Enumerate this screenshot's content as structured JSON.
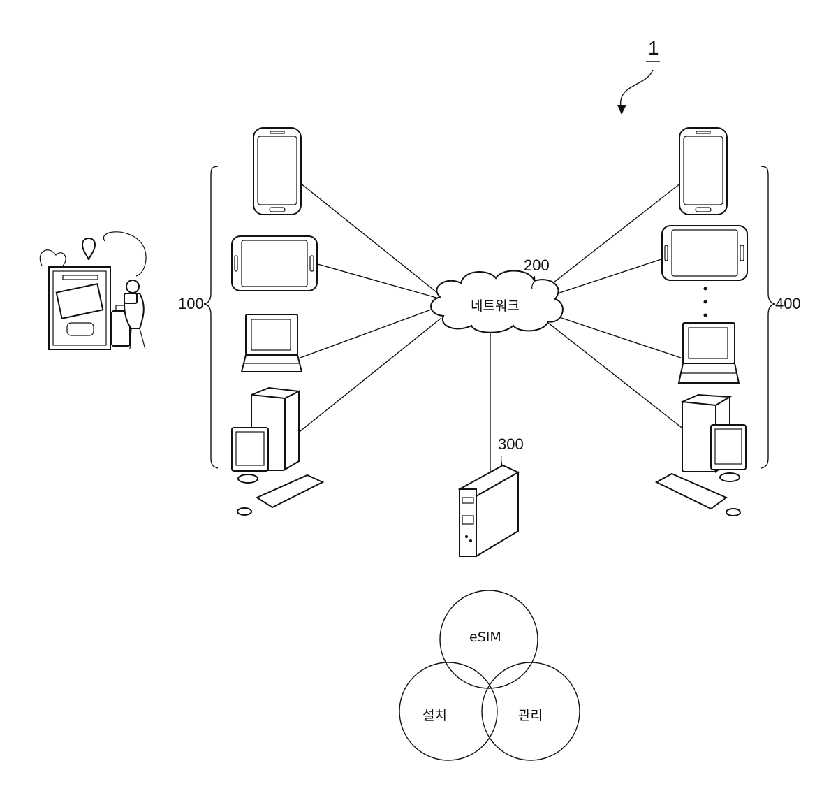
{
  "figure_number": "1",
  "labels": {
    "group_left": "100",
    "network_ref": "200",
    "server_ref": "300",
    "group_right": "400"
  },
  "network": {
    "text": "네트워크"
  },
  "venn": {
    "top": "eSIM",
    "left": "설치",
    "right": "관리"
  },
  "colors": {
    "ink": "#111111",
    "background": "#ffffff"
  }
}
